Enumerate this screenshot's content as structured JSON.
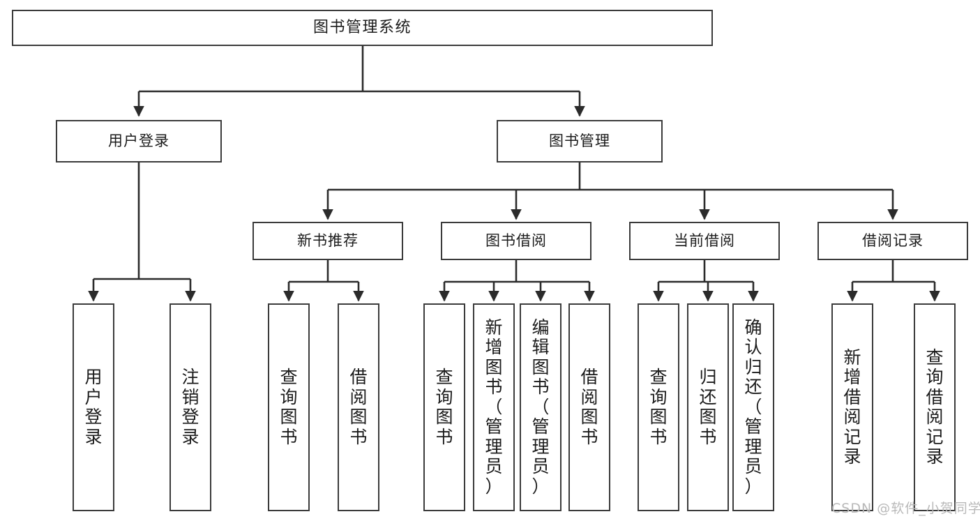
{
  "diagram": {
    "title": "图书管理系统",
    "type": "tree-hierarchy-diagram",
    "watermark": "CSDN @软件_小贺同学",
    "colors": {
      "box_border": "#3b3b3b",
      "box_fill": "#ffffff",
      "edge": "#2b2b2b",
      "text": "#1b1b1b",
      "watermark": "#b9b9b9",
      "background": "#ffffff"
    },
    "nodes": {
      "root": {
        "label": "图书管理系统"
      },
      "level2": [
        {
          "id": "user-login",
          "label": "用户登录"
        },
        {
          "id": "book-manage",
          "label": "图书管理"
        }
      ],
      "level3": [
        {
          "id": "new-book-recommend",
          "label": "新书推荐"
        },
        {
          "id": "book-borrow",
          "label": "图书借阅"
        },
        {
          "id": "current-borrow",
          "label": "当前借阅"
        },
        {
          "id": "borrow-record",
          "label": "借阅记录"
        }
      ],
      "leaves": {
        "user-login": [
          {
            "id": "leaf-user-login",
            "label": "用户登录"
          },
          {
            "id": "leaf-logout-login",
            "label": "注销登录"
          }
        ],
        "new-book-recommend": [
          {
            "id": "leaf-query-book-1",
            "label": "查询图书"
          },
          {
            "id": "leaf-borrow-book-1",
            "label": "借阅图书"
          }
        ],
        "book-borrow": [
          {
            "id": "leaf-query-book-2",
            "label": "查询图书"
          },
          {
            "id": "leaf-add-book",
            "label": "新增图书（管理员）"
          },
          {
            "id": "leaf-edit-book",
            "label": "编辑图书（管理员）"
          },
          {
            "id": "leaf-borrow-book-2",
            "label": "借阅图书"
          }
        ],
        "current-borrow": [
          {
            "id": "leaf-query-book-3",
            "label": "查询图书"
          },
          {
            "id": "leaf-return-book",
            "label": "归还图书"
          },
          {
            "id": "leaf-confirm-return",
            "label": "确认归还（管理员）"
          }
        ],
        "borrow-record": [
          {
            "id": "leaf-add-record",
            "label": "新增借阅记录"
          },
          {
            "id": "leaf-query-record",
            "label": "查询借阅记录"
          }
        ]
      }
    }
  }
}
